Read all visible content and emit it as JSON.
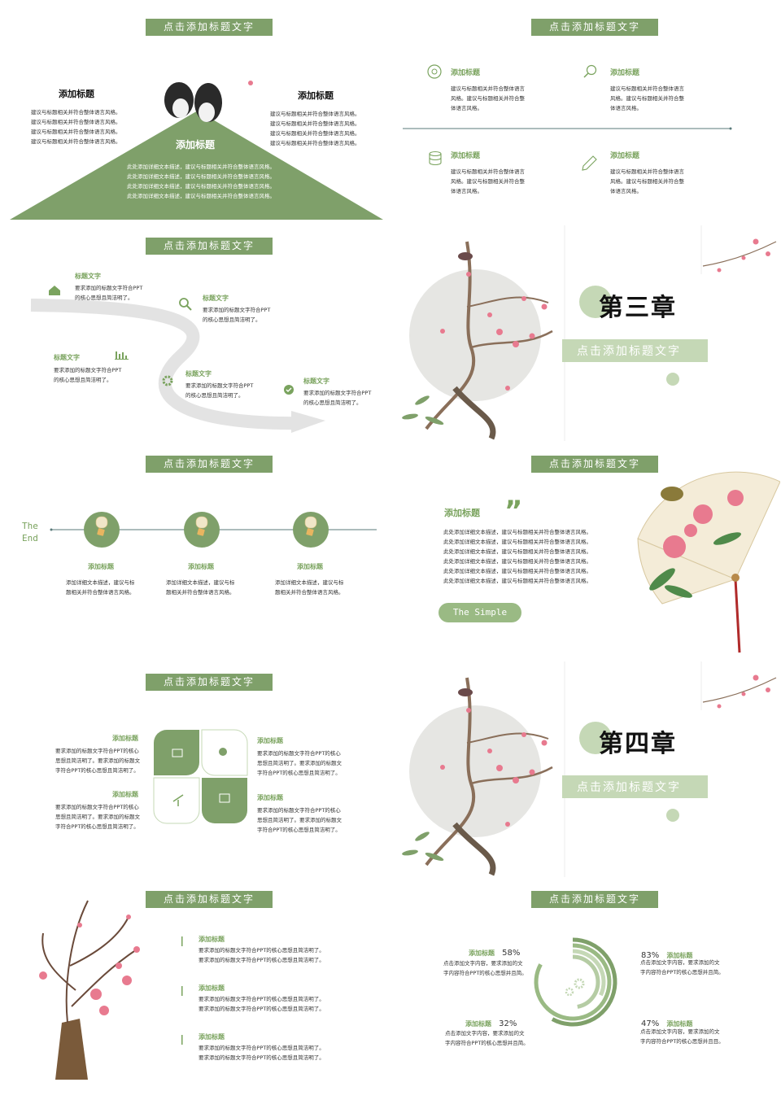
{
  "colors": {
    "green": "#7fa06a",
    "light_green": "#c5d8b6",
    "pale": "#d8e4cc",
    "blossom": "#e87a8f"
  },
  "banner": "点击添加标题文字",
  "s1": {
    "left_title": "添加标题",
    "right_title": "添加标题",
    "center_title": "添加标题",
    "left_lines": [
      "建议与标题相关并符合整体语言风格。",
      "建议与标题相关并符合整体语言风格。",
      "建议与标题相关并符合整体语言风格。",
      "建议与标题相关并符合整体语言风格。"
    ],
    "right_lines": [
      "建议与标题相关并符合整体语言风格。",
      "建议与标题相关并符合整体语言风格。",
      "建议与标题相关并符合整体语言风格。",
      "建议与标题相关并符合整体语言风格。"
    ],
    "center_lines": [
      "此处添加详细文本描述，建议与标题相关并符合整体语言风格。",
      "此处添加详细文本描述，建议与标题相关并符合整体语言风格。",
      "此处添加详细文本描述，建议与标题相关并符合整体语言风格。",
      "此处添加详细文本描述，建议与标题相关并符合整体语言风格。"
    ]
  },
  "s2": {
    "items": [
      {
        "title": "添加标题",
        "text": [
          "建议与标题相关并符合整体语言",
          "风格。建议与标题相关并符合整",
          "体语言风格。"
        ],
        "icon": "disc-icon"
      },
      {
        "title": "添加标题",
        "text": [
          "建议与标题相关并符合整体语言",
          "风格。建议与标题相关并符合整",
          "体语言风格。"
        ],
        "icon": "search-icon"
      },
      {
        "title": "添加标题",
        "text": [
          "建议与标题相关并符合整体语言",
          "风格。建议与标题相关并符合整",
          "体语言风格。"
        ],
        "icon": "database-icon"
      },
      {
        "title": "添加标题",
        "text": [
          "建议与标题相关并符合整体语言",
          "风格。建议与标题相关并符合整",
          "体语言风格。"
        ],
        "icon": "pencil-icon"
      }
    ]
  },
  "s3": {
    "items": [
      {
        "title": "标题文字",
        "text": [
          "要求添加的标题文字符合PPT",
          "的核心思想且简洁明了。"
        ],
        "icon": "home-icon"
      },
      {
        "title": "标题文字",
        "text": [
          "要求添加的标题文字符合PPT",
          "的核心思想且简洁明了。"
        ],
        "icon": "search-icon"
      },
      {
        "title": "标题文字",
        "text": [
          "要求添加的标题文字符合PPT",
          "的核心思想且简洁明了。"
        ],
        "icon": "bar-chart-icon"
      },
      {
        "title": "标题文字",
        "text": [
          "要求添加的标题文字符合PPT",
          "的核心思想且简洁明了。"
        ],
        "icon": "gear-icon"
      },
      {
        "title": "标题文字",
        "text": [
          "要求添加的标题文字符合PPT",
          "的核心思想且简洁明了。"
        ],
        "icon": "check-icon"
      }
    ]
  },
  "chapter3": {
    "chapter": "第三章",
    "subtitle": "点击添加标题文字"
  },
  "s5": {
    "the_end": [
      "The",
      "End"
    ],
    "items": [
      {
        "title": "添加标题",
        "text": [
          "添加详细文本描述，建议与标",
          "题相关并符合整体语言风格。"
        ]
      },
      {
        "title": "添加标题",
        "text": [
          "添加详细文本描述，建议与标",
          "题相关并符合整体语言风格。"
        ]
      },
      {
        "title": "添加标题",
        "text": [
          "添加详细文本描述，建议与标",
          "题相关并符合整体语言风格。"
        ]
      }
    ]
  },
  "s6": {
    "title": "添加标题",
    "quote": "”",
    "lines": [
      "此处添加详细文本描述，建议与标题相关并符合整体语言风格。",
      "此处添加详细文本描述，建议与标题相关并符合整体语言风格。",
      "此处添加详细文本描述，建议与标题相关并符合整体语言风格。",
      "此处添加详细文本描述，建议与标题相关并符合整体语言风格。",
      "此处添加详细文本描述，建议与标题相关并符合整体语言风格。",
      "此处添加详细文本描述，建议与标题相关并符合整体语言风格。"
    ],
    "button": "The Simple"
  },
  "s7": {
    "items": [
      {
        "title": "添加标题",
        "text": [
          "要求添加的标题文字符合PPT的核心",
          "思想且简洁明了。要求添加的标题文",
          "字符合PPT的核心思想且简洁明了。"
        ]
      },
      {
        "title": "添加标题",
        "text": [
          "要求添加的标题文字符合PPT的核心",
          "思想且简洁明了。要求添加的标题文",
          "字符合PPT的核心思想且简洁明了。"
        ]
      },
      {
        "title": "添加标题",
        "text": [
          "要求添加的标题文字符合PPT的核心",
          "思想且简洁明了。要求添加的标题文",
          "字符合PPT的核心思想且简洁明了。"
        ]
      },
      {
        "title": "添加标题",
        "text": [
          "要求添加的标题文字符合PPT的核心",
          "思想且简洁明了。要求添加的标题文",
          "字符合PPT的核心思想且简洁明了。"
        ]
      }
    ]
  },
  "chapter4": {
    "chapter": "第四章",
    "subtitle": "点击添加标题文字"
  },
  "s9": {
    "items": [
      {
        "title": "添加标题",
        "text": [
          "要求添加的标题文字符合PPT的核心思想且简洁明了。",
          "要求添加的标题文字符合PPT的核心思想且简洁明了。"
        ]
      },
      {
        "title": "添加标题",
        "text": [
          "要求添加的标题文字符合PPT的核心思想且简洁明了。",
          "要求添加的标题文字符合PPT的核心思想且简洁明了。"
        ]
      },
      {
        "title": "添加标题",
        "text": [
          "要求添加的标题文字符合PPT的核心思想且简洁明了。",
          "要求添加的标题文字符合PPT的核心思想且简洁明了。"
        ]
      }
    ]
  },
  "s10": {
    "items": [
      {
        "title": "添加标题",
        "pct": "58%",
        "value": 0.58,
        "text": [
          "点击添加文字内容，要求添加的文",
          "字内容符合PPT的核心思想并且简。"
        ]
      },
      {
        "title": "添加标题",
        "pct": "83%",
        "value": 0.83,
        "text": [
          "点击添加文字内容，要求添加的文",
          "字内容符合PPT的核心思想并且简。"
        ]
      },
      {
        "title": "添加标题",
        "pct": "32%",
        "value": 0.32,
        "text": [
          "点击添加文字内容，要求添加的文",
          "字内容符合PPT的核心思想并且简。"
        ]
      },
      {
        "title": "添加标题",
        "pct": "47%",
        "value": 0.47,
        "text": [
          "点击添加文字内容，要求添加的文",
          "字内容符合PPT的核心思想并且目。"
        ]
      }
    ]
  }
}
